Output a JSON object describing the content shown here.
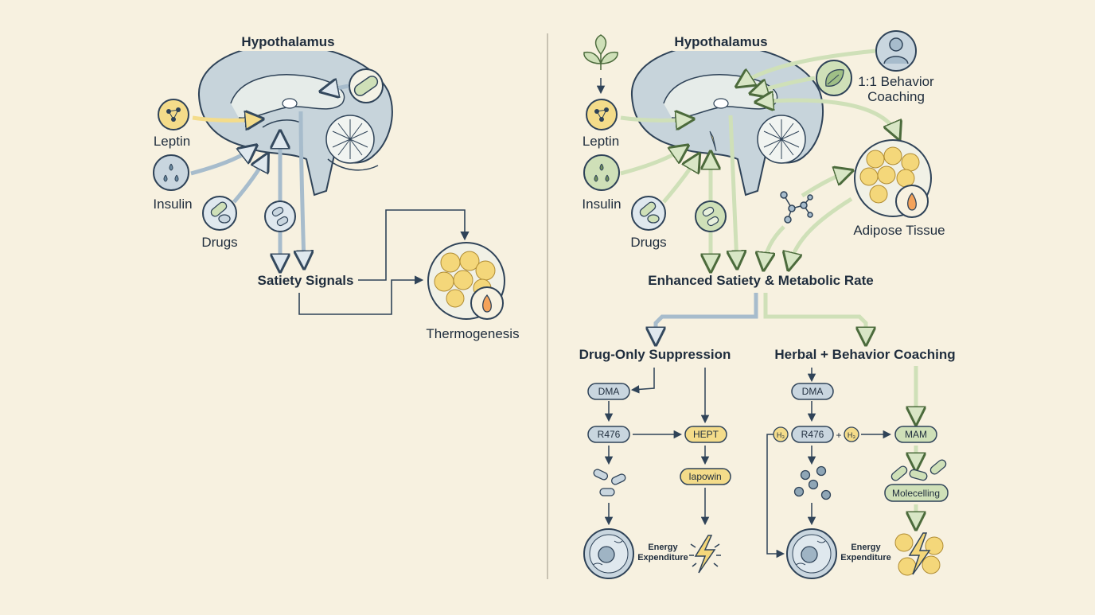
{
  "left": {
    "title": "Hypothalamus",
    "inputs": {
      "leptin": "Leptin",
      "insulin": "Insulin",
      "drugs": "Drugs"
    },
    "satiety": "Satiety Signals",
    "thermo": "Thermogenesis"
  },
  "right": {
    "title": "Hypothalamus",
    "inputs": {
      "leptin": "Leptin",
      "insulin": "Insulin",
      "drugs": "Drugs"
    },
    "coaching": "1:1 Behavior\nCoaching",
    "adipose": "Adipose Tissue",
    "enhanced": "Enhanced Satiety & Metabolic Rate",
    "drug_only": {
      "title": "Drug-Only Suppression",
      "pills": [
        "DMA",
        "R476",
        "HEPT",
        "Iapowin"
      ],
      "energy": "Energy\nExpenditure"
    },
    "herbal": {
      "title": "Herbal + Behavior Coaching",
      "pills": [
        "DMA",
        "R476",
        "MAM",
        "Molecelling"
      ],
      "h_badge": "H₃",
      "plus": "+",
      "energy": "Energy\nExpenditure"
    }
  },
  "colors": {
    "background": "#f7f1e0",
    "navy": "#2f4358",
    "blue_pill": "#c9d6df",
    "yellow_pill": "#f4dc8a",
    "green_pill": "#cfe0b8",
    "green_arrow": "#8fb07a",
    "blue_arrow": "#a7bccc",
    "fat": "#f4d77a"
  }
}
